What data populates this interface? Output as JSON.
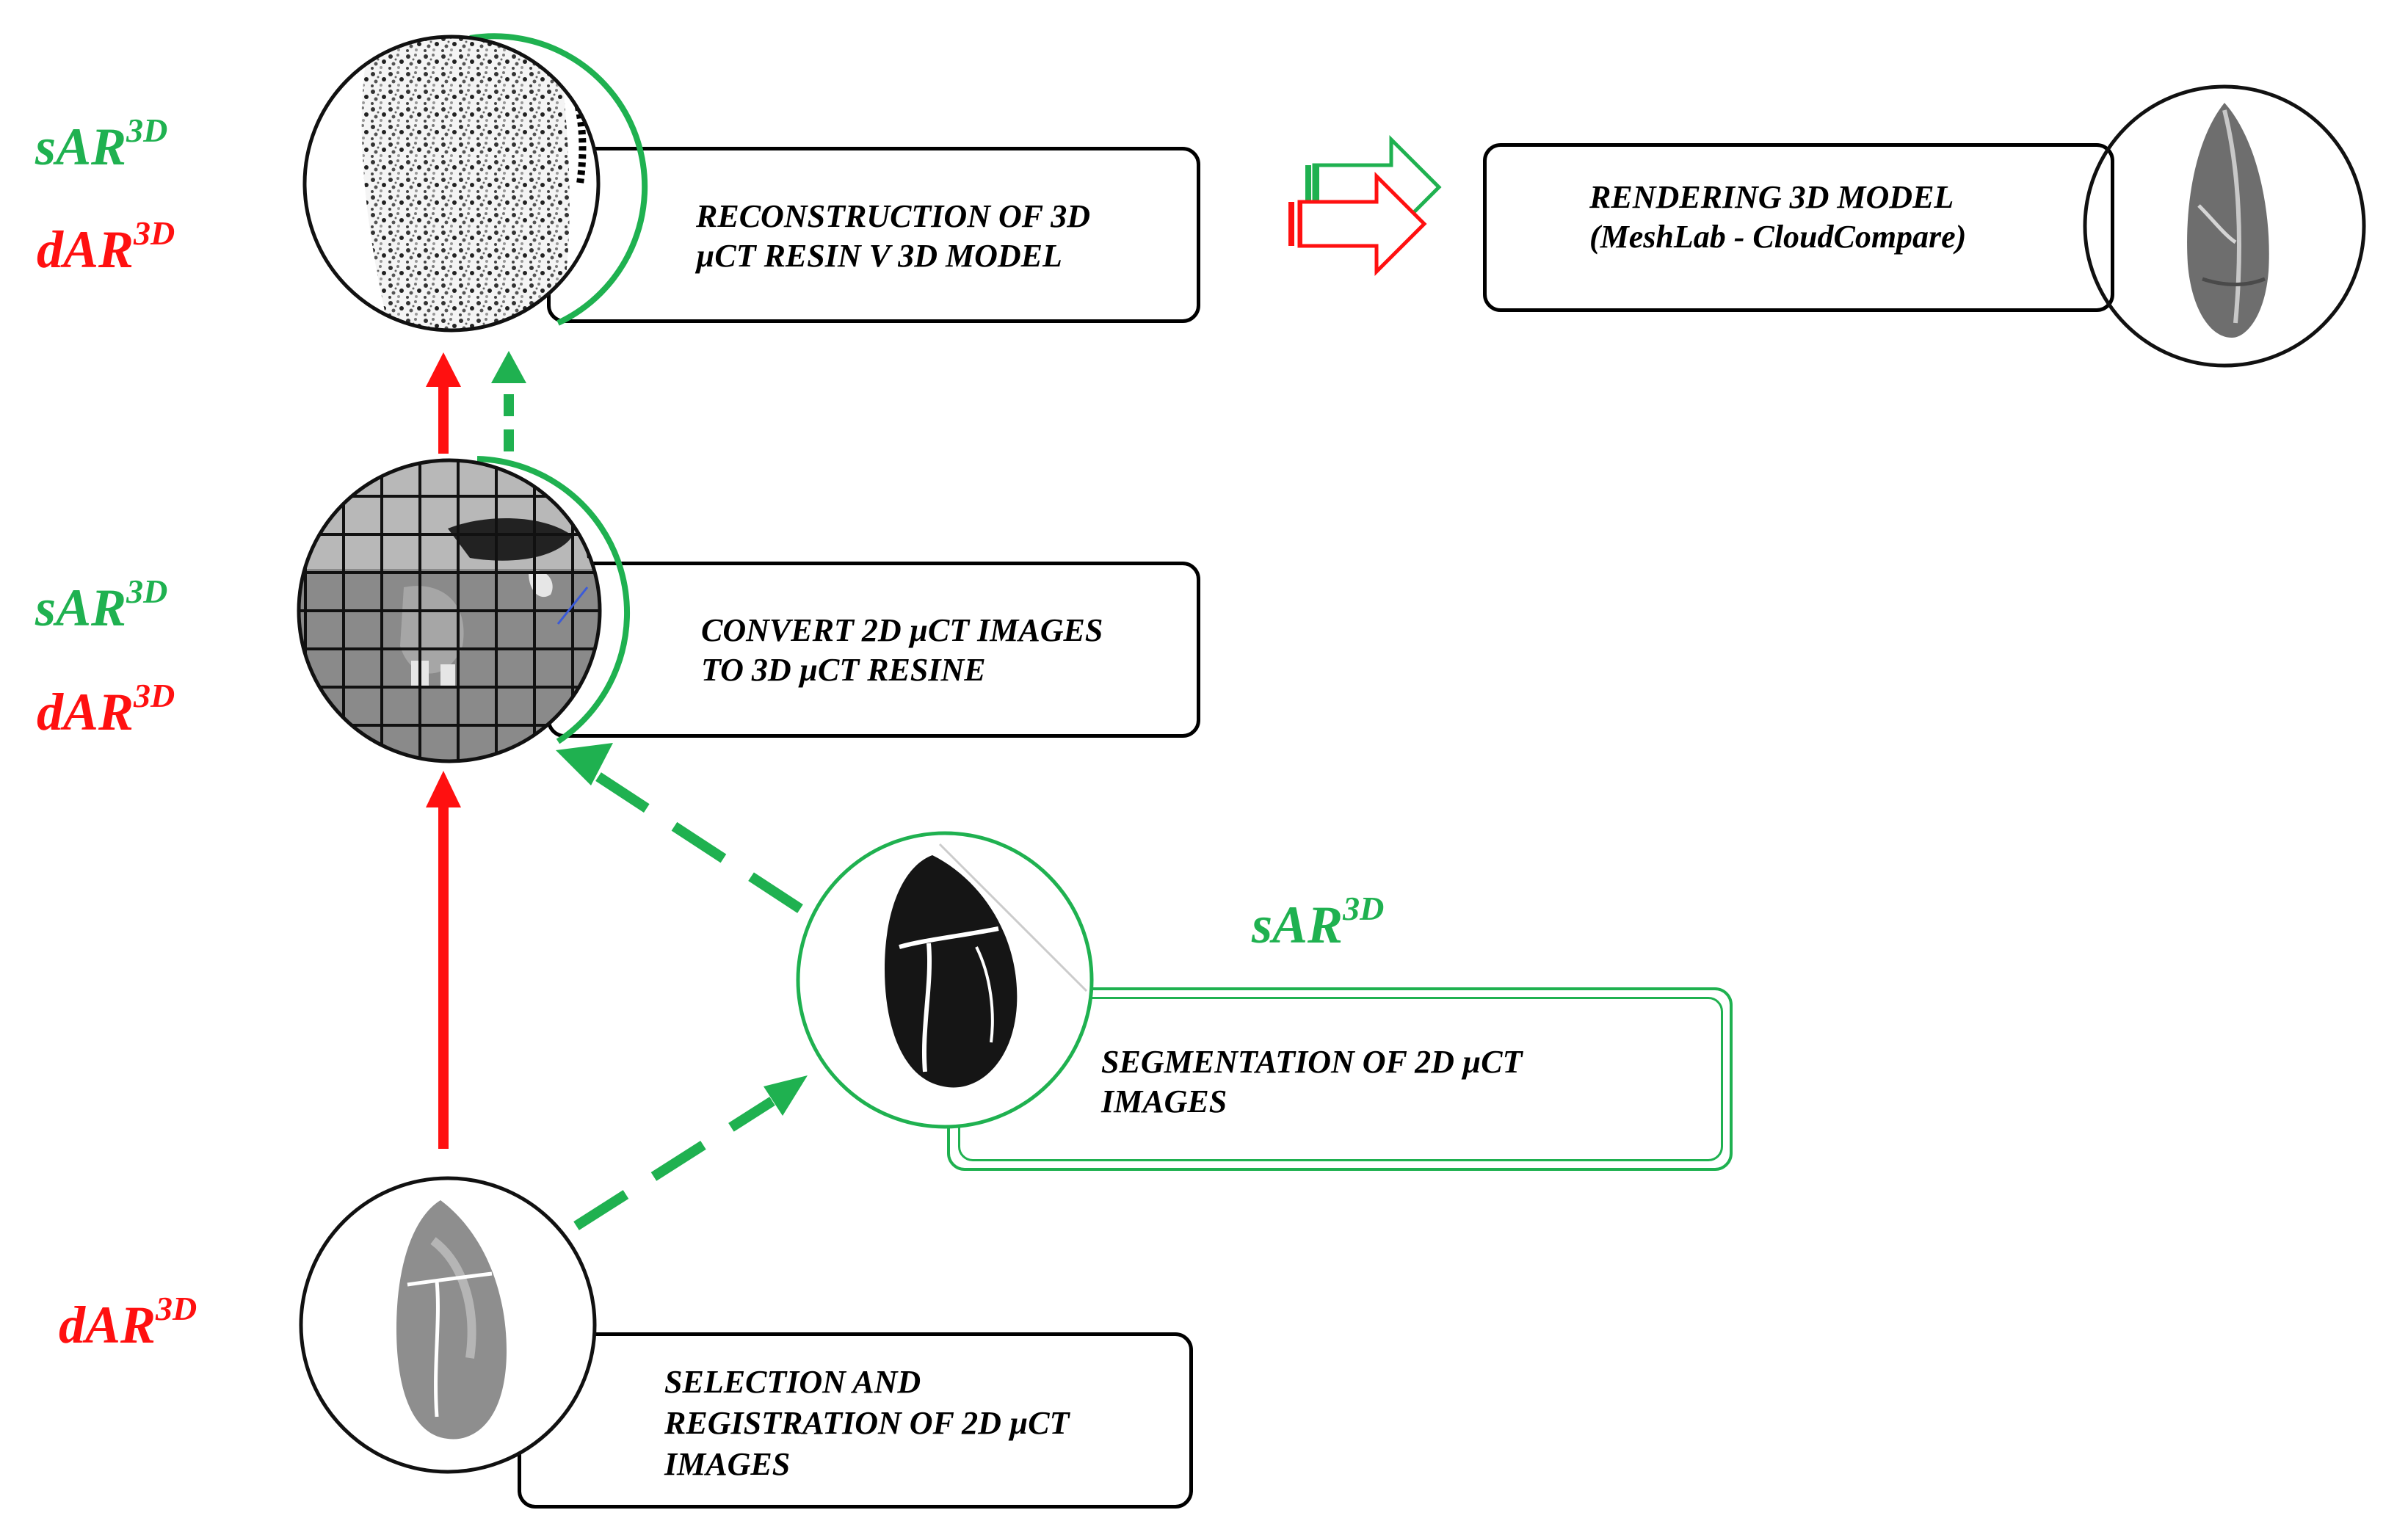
{
  "colors": {
    "static_green": "#1fb150",
    "dynamic_red": "#ff1010",
    "outline": "#000000"
  },
  "tags": {
    "sar_sub": "sAR",
    "dar_sub": "dAR",
    "sup": "3D"
  },
  "steps": {
    "reconstruction": {
      "lines": [
        "RECONSTRUCTION OF 3D",
        "µCT RESIN V 3D MODEL"
      ]
    },
    "rendering": {
      "lines": [
        "RENDERING 3D MODEL",
        "(MeshLab - CloudCompare)"
      ]
    },
    "convert": {
      "lines": [
        "CONVERT 2D µCT IMAGES",
        "TO 3D µCT RESINE"
      ]
    },
    "segmentation": {
      "lines": [
        "SEGMENTATION OF 2D µCT",
        "IMAGES"
      ]
    },
    "selection": {
      "lines": [
        "SELECTION AND",
        "REGISTRATION OF 2D µCT",
        "IMAGES"
      ]
    }
  },
  "icons": [
    "resin-texture-icon",
    "grid-slice-icon",
    "segmented-slice-icon",
    "grayscale-slice-icon",
    "rendered-model-icon"
  ]
}
